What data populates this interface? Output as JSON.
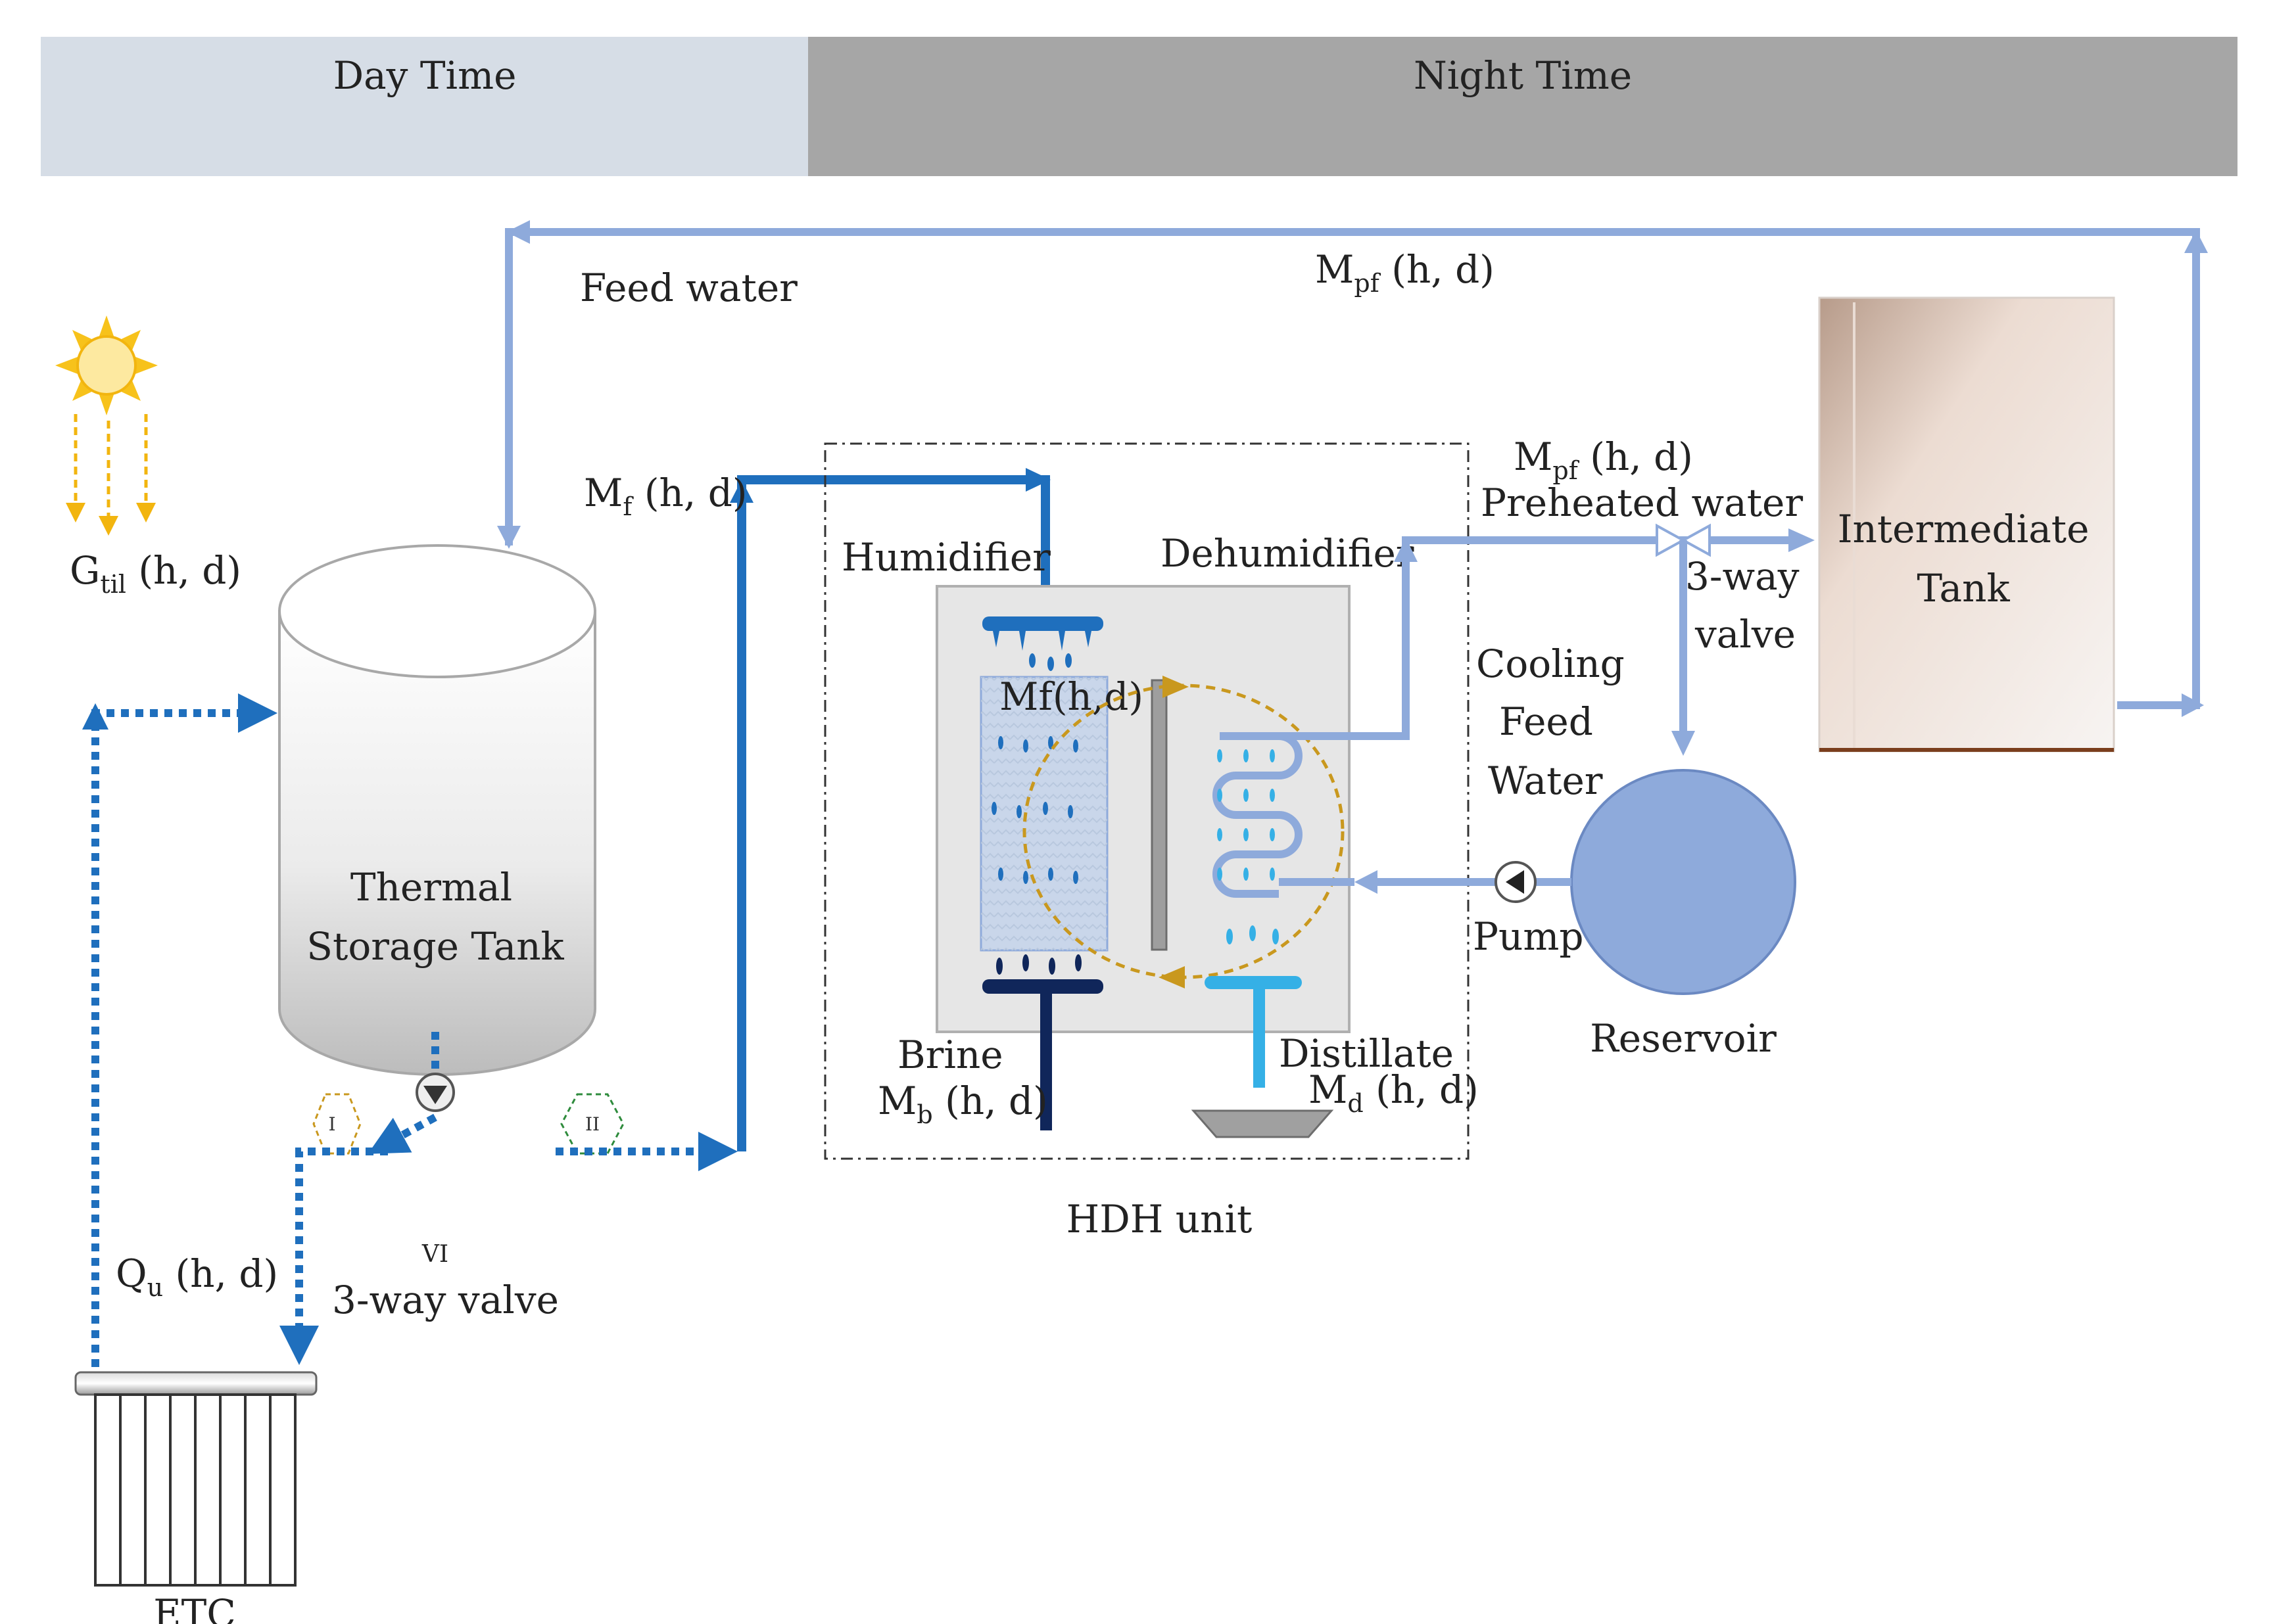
{
  "colors": {
    "day_band": "#d6dde6",
    "night_band": "#a6a6a6",
    "light_pipe": "#8eaadb",
    "feed_pipe": "#1f6fbd",
    "dotted_pipe": "#1f6fbd",
    "brine_pipe": "#10265a",
    "distillate_pipe": "#35b0e6",
    "reservoir": "#8eaadb",
    "sun": "#f7c21b",
    "air_loop": "#c9981e"
  },
  "header": {
    "day_time": "Day Time",
    "night_time": "Night Time"
  },
  "labels": {
    "feed_water": "Feed water",
    "m_pf_top": {
      "main": "M",
      "sub": "pf",
      "tail": " (h, d)"
    },
    "m_pf_mid": {
      "main": "M",
      "sub": "pf",
      "tail": " (h, d)"
    },
    "preheated_water": "Preheated water",
    "g_til": {
      "main": "G",
      "sub": "til",
      "tail": " (h, d)"
    },
    "m_f": {
      "main": "M",
      "sub": "f",
      "tail": " (h, d)"
    },
    "humidifier": "Humidifier",
    "dehumidifier": "Dehumidifier",
    "mf_inner": "Mf(h,d)",
    "three_way_valve_right_1": "3-way",
    "three_way_valve_right_2": "valve",
    "cooling": "Cooling",
    "feed": "Feed",
    "water": "Water",
    "intermediate": "Intermediate",
    "tank": "Tank",
    "thermal": "Thermal",
    "storage_tank": "Storage Tank",
    "pump": "Pump",
    "reservoir": "Reservoir",
    "brine": "Brine",
    "m_b": {
      "main": "M",
      "sub": "b",
      "tail": " (h, d)"
    },
    "distillate": "Distillate",
    "m_d": {
      "main": "M",
      "sub": "d",
      "tail": " (h, d)"
    },
    "hdh_unit": "HDH unit",
    "q_u": {
      "main": "Q",
      "sub": "u",
      "tail": " (h, d)"
    },
    "vi": "VI",
    "three_way_valve_left": "3-way valve",
    "valve_i": "I",
    "valve_ii": "II",
    "etc": "ETC"
  }
}
